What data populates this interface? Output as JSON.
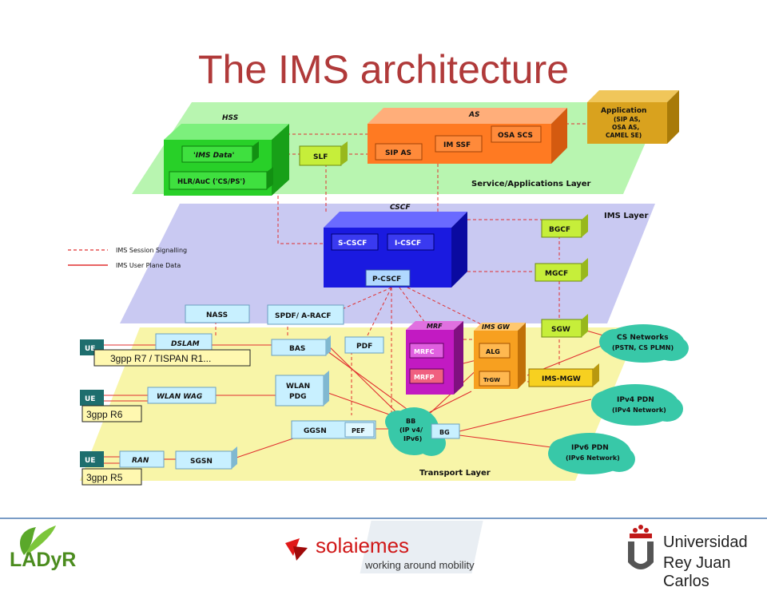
{
  "title": "The IMS architecture",
  "legend": {
    "signalling": "IMS Session Signalling",
    "user_plane": "IMS User Plane Data"
  },
  "layers": {
    "service": "Service/Applications Layer",
    "ims": "IMS Layer",
    "transport": "Transport Layer"
  },
  "blocks": {
    "hss": "HSS",
    "ims_data": "'IMS Data'",
    "hlr_auc": "HLR/AuC ('CS/PS')",
    "slf": "SLF",
    "as": "AS",
    "sip_as": "SIP AS",
    "im_ssf": "IM SSF",
    "osa_scs": "OSA SCS",
    "application": "Application",
    "application_sub": [
      "(SIP AS,",
      "OSA AS,",
      "CAMEL SE)"
    ],
    "cscf": "CSCF",
    "s_cscf": "S-CSCF",
    "i_cscf": "I-CSCF",
    "p_cscf": "P-CSCF",
    "bgcf": "BGCF",
    "mgcf": "MGCF",
    "sgw": "SGW",
    "nass": "NASS",
    "spdf": "SPDF/ A-RACF",
    "bas": "BAS",
    "pdf": "PDF",
    "dslam": "DSLAM",
    "mrf": "MRF",
    "mrfc": "MRFC",
    "mrfp": "MRFP",
    "ims_gw": "IMS GW",
    "alg": "ALG",
    "trgw": "TrGW",
    "ims_mgw": "IMS-MGW",
    "wlan_wag": "WLAN WAG",
    "wlan_pdg": [
      "WLAN",
      "PDG"
    ],
    "ggsn": "GGSN",
    "pef": "PEF",
    "bb": [
      "BB",
      "(IP v4/",
      "IPv6)"
    ],
    "bg": "BG",
    "ran": "RAN",
    "sgsn": "SGSN",
    "ue1": "UE",
    "ue2": "UE",
    "ue3": "UE",
    "cs_networks": [
      "CS Networks",
      "(PSTN, CS PLMN)"
    ],
    "ipv4_pdn": [
      "IPv4 PDN",
      "(IPv4 Network)"
    ],
    "ipv6_pdn": [
      "IPv6 PDN",
      "(IPv6 Network)"
    ]
  },
  "releases": {
    "r7": "3gpp R7 / TISPAN R1...",
    "r6": "3gpp R6",
    "r5": "3gpp R5"
  },
  "footer": {
    "ladyr": "LADyR",
    "sol_name": "solaiemes",
    "sol_tagline": "working around mobility",
    "urjc_line1": "Universidad",
    "urjc_line2": "Rey Juan Carlos"
  },
  "colors": {
    "title": "#b03a3a",
    "service_layer": "#b8f5b0",
    "ims_layer": "#c9c9f2",
    "transport_layer": "#f8f5a8",
    "hss": "#28d028",
    "as": "#ff7a22",
    "application": "#d9a21e",
    "cscf": "#1a1ae0",
    "mrf": "#c21ac2",
    "ims_gw": "#f7a020",
    "lime": "#c6ee3a",
    "ue": "#1e6e6e"
  }
}
